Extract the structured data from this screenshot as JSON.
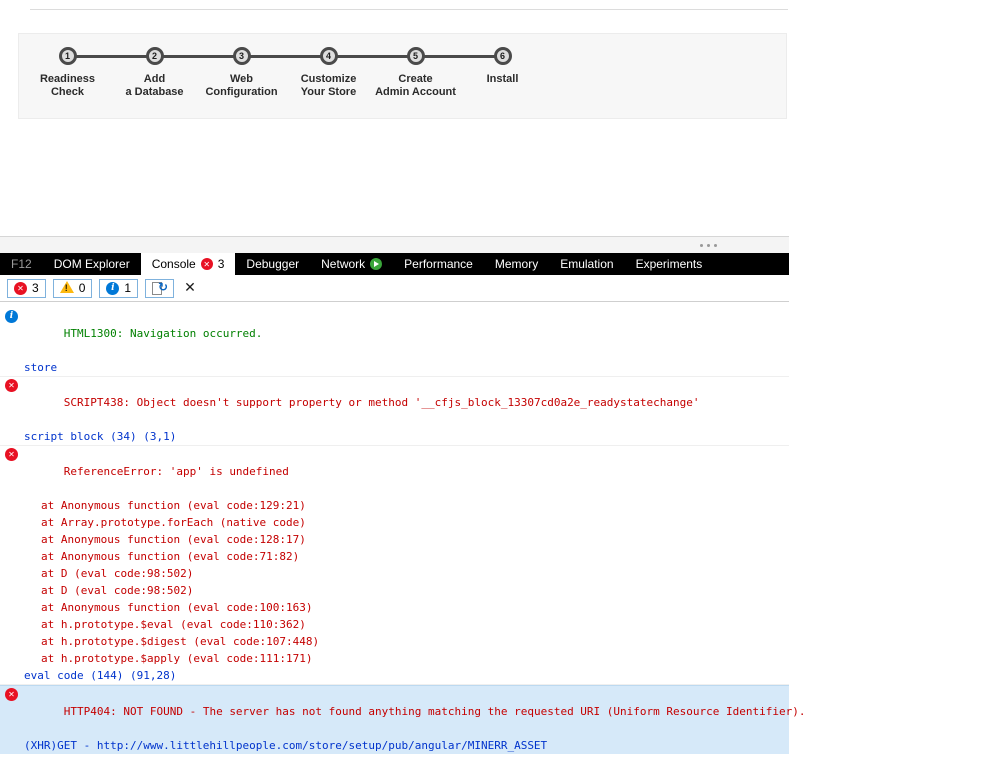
{
  "wizard": {
    "steps": [
      {
        "num": "1",
        "line1": "Readiness",
        "line2": "Check"
      },
      {
        "num": "2",
        "line1": "Add",
        "line2": "a Database"
      },
      {
        "num": "3",
        "line1": "Web",
        "line2": "Configuration"
      },
      {
        "num": "4",
        "line1": "Customize",
        "line2": "Your Store"
      },
      {
        "num": "5",
        "line1": "Create",
        "line2": "Admin Account"
      },
      {
        "num": "6",
        "line1": "Install",
        "line2": ""
      }
    ]
  },
  "devtools": {
    "tabs": {
      "f12": "F12",
      "dom_explorer": "DOM Explorer",
      "console": "Console",
      "console_error_badge": "3",
      "debugger": "Debugger",
      "network": "Network",
      "performance": "Performance",
      "memory": "Memory",
      "emulation": "Emulation",
      "experiments": "Experiments"
    },
    "filters": {
      "errors": "3",
      "warnings": "0",
      "info": "1"
    },
    "console": {
      "lines": [
        {
          "text": "HTML1300: Navigation occurred."
        },
        {
          "text": "store"
        },
        {
          "text": "SCRIPT438: Object doesn't support property or method '__cfjs_block_13307cd0a2e_readystatechange'"
        },
        {
          "text": "script block (34) (3,1)"
        },
        {
          "text": "ReferenceError: 'app' is undefined"
        },
        {
          "text": "at Anonymous function (eval code:129:21)"
        },
        {
          "text": "at Array.prototype.forEach (native code)"
        },
        {
          "text": "at Anonymous function (eval code:128:17)"
        },
        {
          "text": "at Anonymous function (eval code:71:82)"
        },
        {
          "text": "at D (eval code:98:502)"
        },
        {
          "text": "at D (eval code:98:502)"
        },
        {
          "text": "at Anonymous function (eval code:100:163)"
        },
        {
          "text": "at h.prototype.$eval (eval code:110:362)"
        },
        {
          "text": "at h.prototype.$digest (eval code:107:448)"
        },
        {
          "text": "at h.prototype.$apply (eval code:111:171)"
        },
        {
          "text": "eval code (144) (91,28)"
        },
        {
          "text": "HTTP404: NOT FOUND - The server has not found anything matching the requested URI (Uniform Resource Identifier)."
        },
        {
          "text": "(XHR)GET - http://www.littlehillpeople.com/store/setup/pub/angular/MINERR_ASSET"
        }
      ]
    },
    "colors": {
      "error_text": "#c40000",
      "info_text": "#008000",
      "link_text": "#0033cc",
      "selection_highlight": "#d6e9f9",
      "error_icon": "#e81123",
      "warning_icon": "#fdb910",
      "info_icon": "#0078d7",
      "network_play_icon": "#3aa63a"
    }
  }
}
